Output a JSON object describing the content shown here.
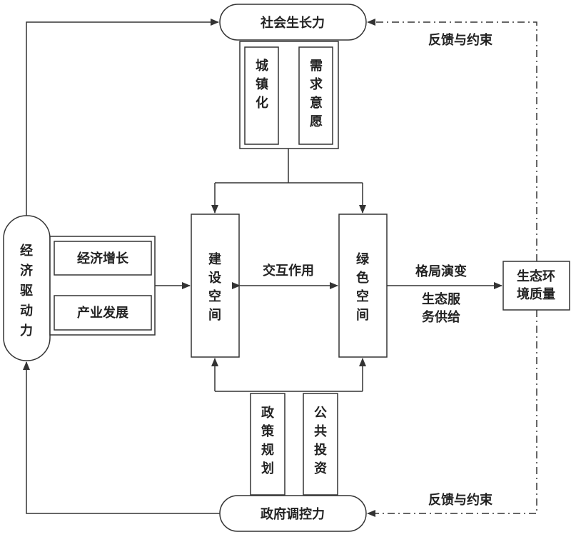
{
  "nodes": {
    "social": "社会生长力",
    "government": "政府调控力",
    "economic": [
      "经",
      "济",
      "驱",
      "动",
      "力"
    ],
    "urbanization": [
      "城",
      "镇",
      "化"
    ],
    "demand": [
      "需",
      "求",
      "意",
      "愿"
    ],
    "economic_growth": "经济增长",
    "industry": "产业发展",
    "construction_space": [
      "建",
      "设",
      "空",
      "间"
    ],
    "green_space": [
      "绿",
      "色",
      "空",
      "间"
    ],
    "policy": [
      "政",
      "策",
      "规",
      "划"
    ],
    "investment": [
      "公",
      "共",
      "投",
      "资"
    ],
    "env_quality": [
      "生态环",
      "境质量"
    ]
  },
  "labels": {
    "interaction": "交互作用",
    "pattern": "格局演变",
    "service": [
      "生态服",
      "务供给"
    ],
    "feedback_top": "反馈与约束",
    "feedback_bottom": "反馈与约束"
  },
  "colors": {
    "stroke": "#333333",
    "text": "#222222"
  }
}
